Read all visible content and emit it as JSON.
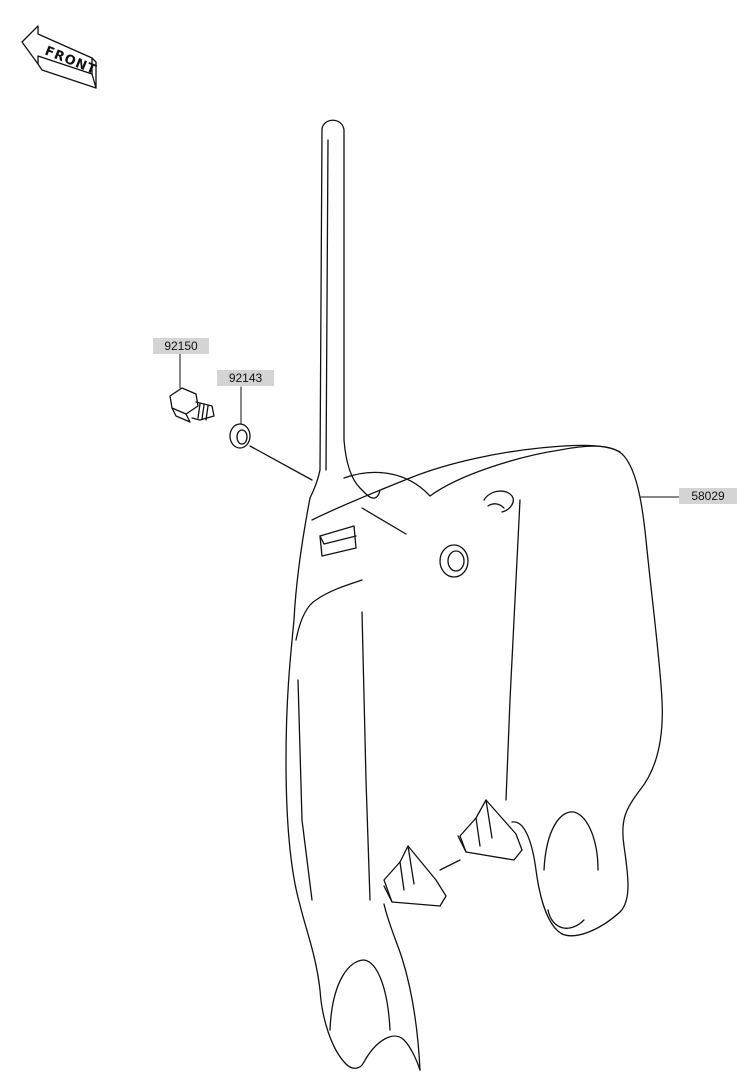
{
  "front_indicator": {
    "text": "FRONT"
  },
  "callouts": [
    {
      "part_number": "92150"
    },
    {
      "part_number": "92143"
    },
    {
      "part_number": "58029"
    }
  ]
}
